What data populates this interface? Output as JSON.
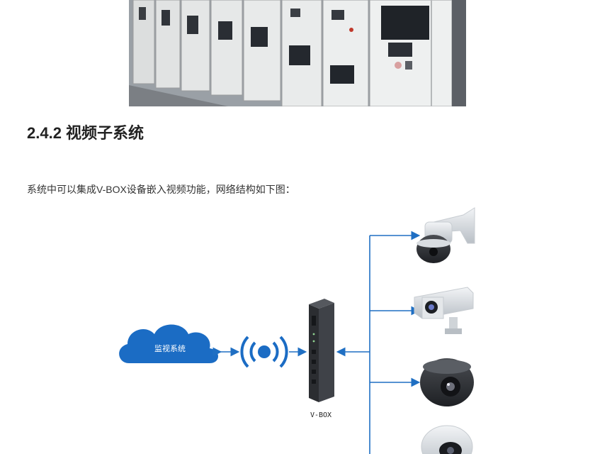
{
  "article": {
    "heading": "2.4.2 视频子系统",
    "paragraph": "系统中可以集成V-BOX设备嵌入视频功能，网络结构如下图："
  },
  "diagram": {
    "cloud_label": "监视系统",
    "device_label": "V-BOX",
    "link_color": "#1f6fc3",
    "cloud_color": "#1b6cc4"
  }
}
